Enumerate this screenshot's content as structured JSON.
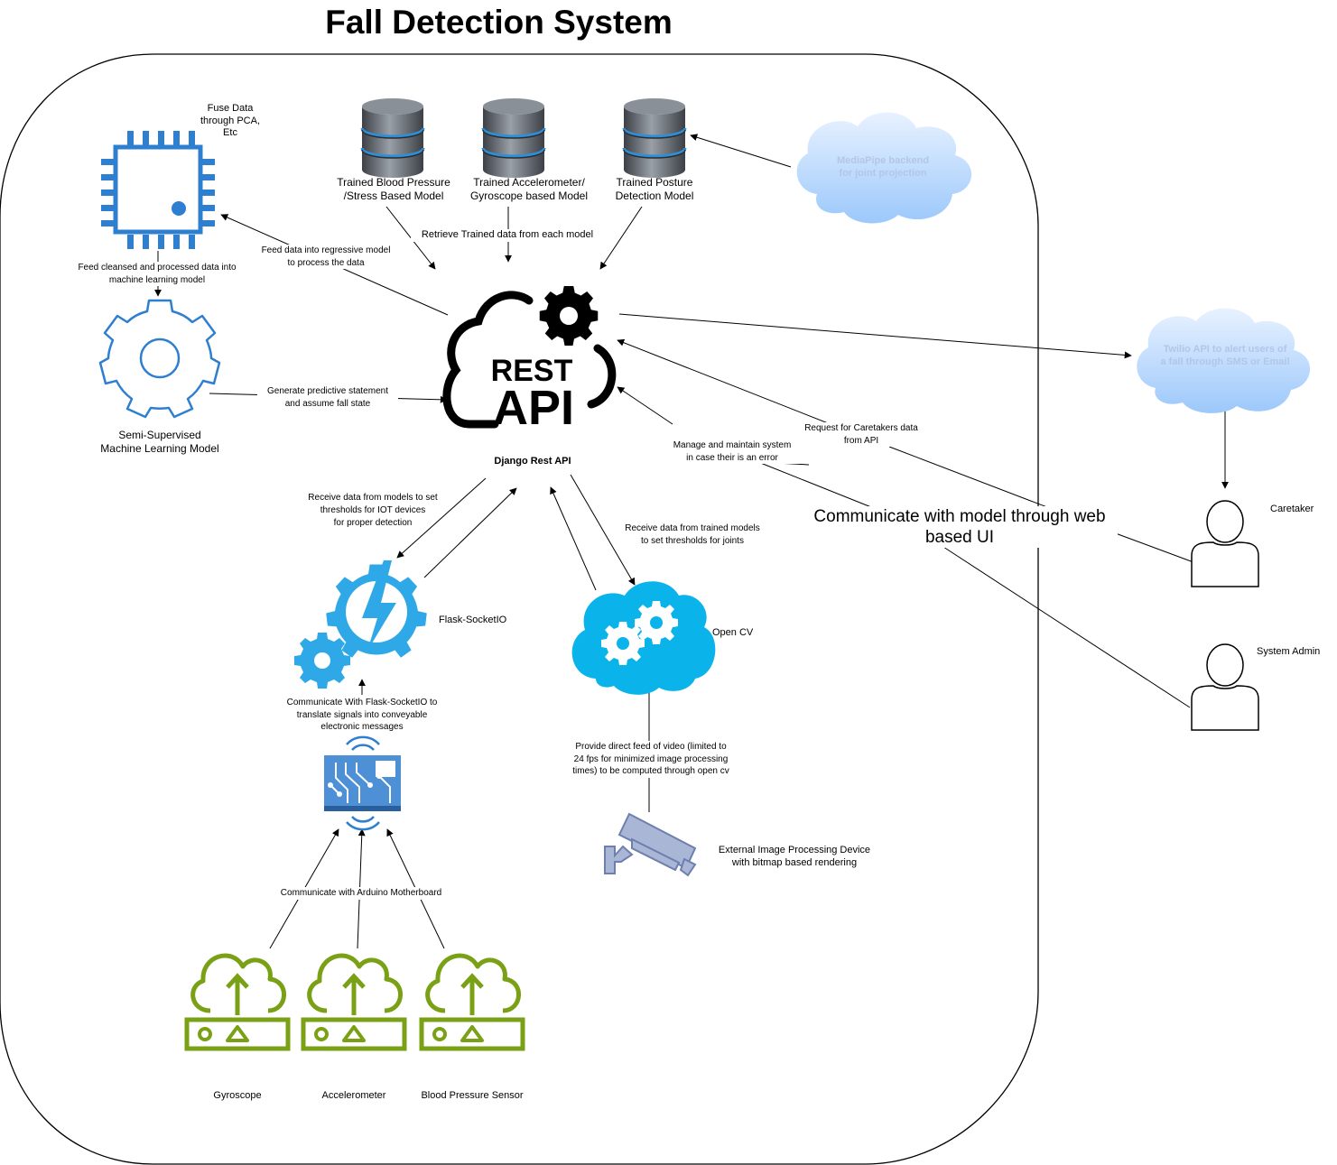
{
  "title": "Fall Detection System",
  "colors": {
    "container": "#000000",
    "chip": "#2f7fd0",
    "gear_outline": "#2f7fd0",
    "flask": "#2ea8e6",
    "opencv_cloud": "#0ab4ea",
    "sensor": "#7aa116",
    "database": "#5a5f66",
    "db_ring": "#2f8fd6",
    "cloud_fill": "#c4dcfa",
    "cloud_text": "#b3c6e8"
  },
  "nodes": {
    "fuse_data": "Fuse Data\nthrough PCA,\nEtc",
    "db_blood_pressure": "Trained Blood Pressure\n/Stress Based Model",
    "db_accelerometer": "Trained Accelerometer/\nGyroscope based Model",
    "db_posture": "Trained Posture\nDetection Model",
    "mediapipe": "MediaPipe backend\nfor joint projection",
    "rest_api_word1": "REST",
    "rest_api_word2": "API",
    "rest_api_caption": "Django Rest API",
    "ml_model": "Semi-Supervised\nMachine Learning Model",
    "twilio": "Twilio API to alert users of\na fall through SMS or Email",
    "caretaker": "Caretaker",
    "system_admin": "System Admin",
    "flask": "Flask-SocketIO",
    "opencv": "Open CV",
    "camera": "External Image Processing Device\nwith bitmap based rendering",
    "gyroscope": "Gyroscope",
    "accelerometer": "Accelerometer",
    "bp_sensor": "Blood Pressure Sensor"
  },
  "edges": {
    "feed_cleansed": "Feed cleansed and processed data into\nmachine learning model",
    "feed_regressive": "Feed data into regressive model\nto process the data",
    "retrieve_trained": "Retrieve Trained data from each model",
    "generate_predictive": "Generate predictive statement\nand assume fall state",
    "request_caretakers": "Request for Caretakers data\nfrom API",
    "manage_system": "Manage and maintain system\nin case their is an error",
    "web_ui": "Communicate with model through web\nbased UI",
    "receive_iot": "Receive data from models to set\nthresholds for IOT devices\nfor proper detection",
    "receive_joints": "Receive data from trained models\nto set thresholds for joints",
    "communicate_flask": "Communicate With Flask-SocketIO to\ntranslate signals into conveyable\nelectronic messages",
    "video_feed": "Provide direct feed of video (limited to\n24 fps for minimized image processing\ntimes) to be computed through open cv",
    "arduino": "Communicate with Arduino Motherboard"
  }
}
